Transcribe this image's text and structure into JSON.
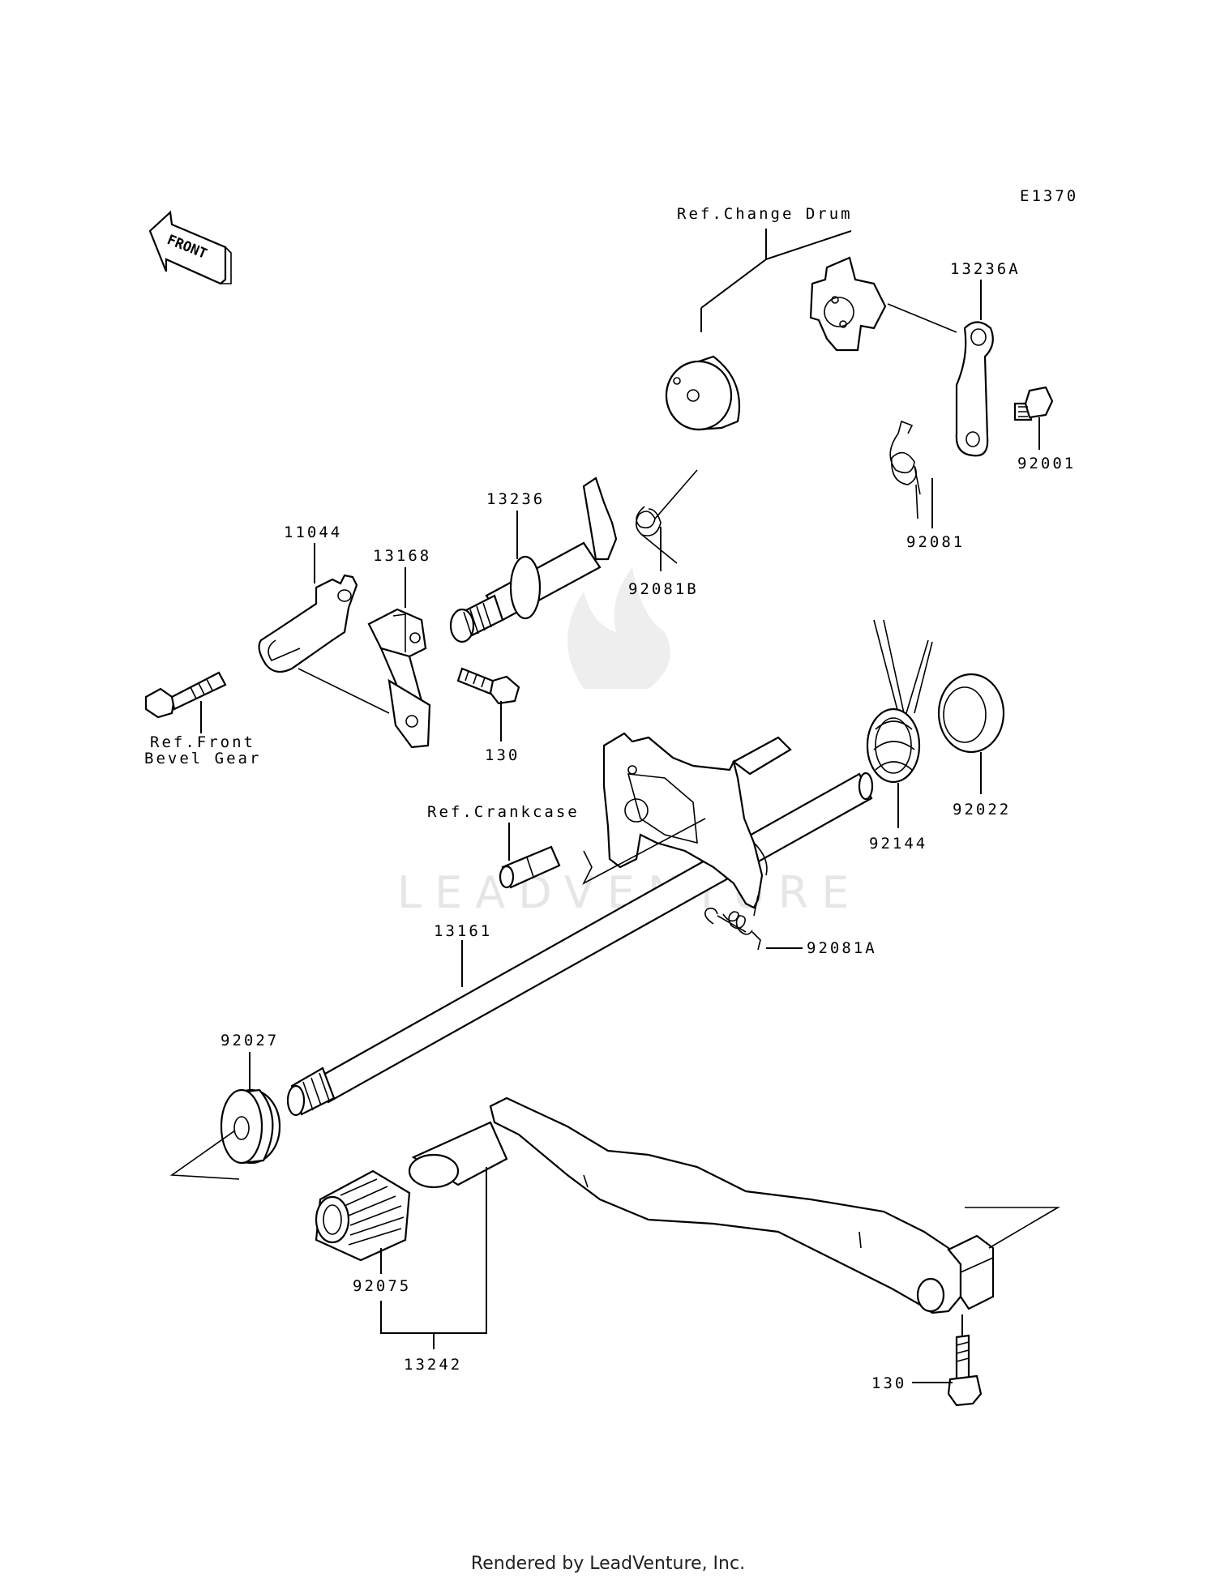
{
  "diagram_code": "E1370",
  "front_marker": "FRONT",
  "watermark": "LEADVENTURE",
  "refs": {
    "change_drum": "Ref.Change Drum",
    "front_bevel_1": "Ref.Front",
    "front_bevel_2": "Bevel Gear",
    "crankcase": "Ref.Crankcase"
  },
  "parts": {
    "p13236A": "13236A",
    "p92001": "92001",
    "p92081": "92081",
    "p13236": "13236",
    "p92081B": "92081B",
    "p11044": "11044",
    "p13168": "13168",
    "p130a": "130",
    "p92022": "92022",
    "p92144": "92144",
    "p92081A": "92081A",
    "p13161": "13161",
    "p92027": "92027",
    "p92075": "92075",
    "p13242": "13242",
    "p130b": "130"
  },
  "footer": "Rendered by LeadVenture, Inc."
}
